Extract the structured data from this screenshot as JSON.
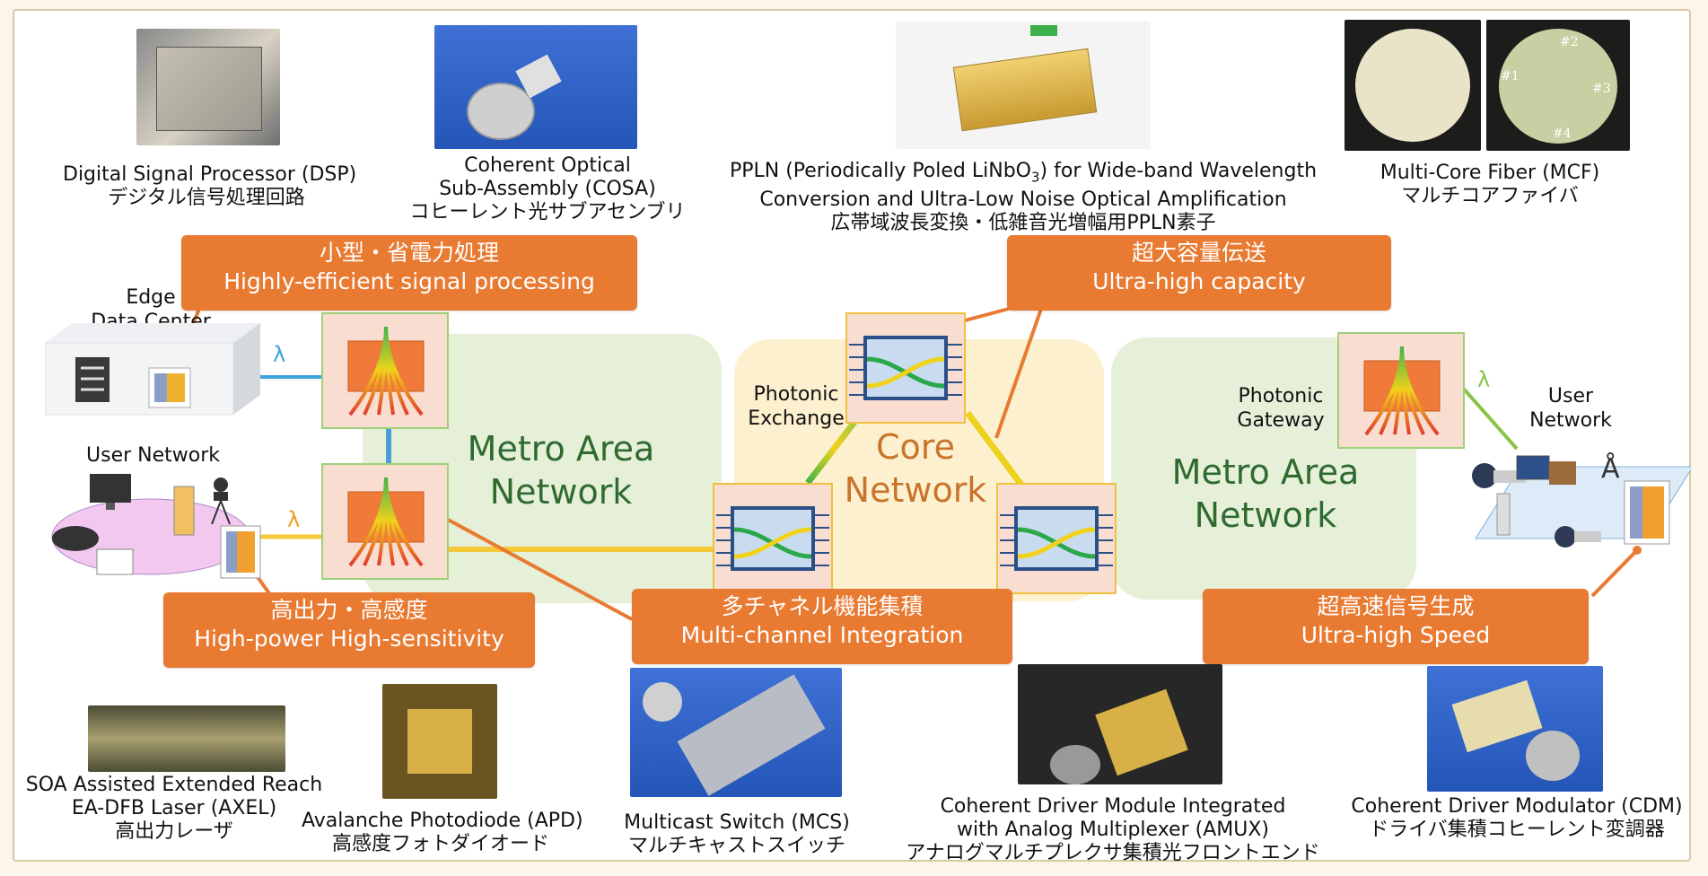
{
  "components": {
    "dsp": {
      "line1": "Digital Signal Processor (DSP)",
      "line2": "デジタル信号処理回路"
    },
    "cosa": {
      "line1": "Coherent Optical",
      "line2": "Sub-Assembly (COSA)",
      "line3": "コヒーレント光サブアセンブリ"
    },
    "ppln": {
      "line1a": "PPLN (Periodically Poled LiNbO",
      "line1sub": "3",
      "line1b": ") for Wide-band Wavelength",
      "line2": "Conversion and Ultra-Low Noise Optical Amplification",
      "line3": "広帯域波長変換・低雑音光増幅用PPLN素子"
    },
    "mcf": {
      "line1": "Multi-Core Fiber (MCF)",
      "line2": "マルチコアファイバ",
      "cores": [
        "#1",
        "#2",
        "#3",
        "#4"
      ]
    },
    "axel": {
      "line1": "SOA Assisted Extended Reach",
      "line2": "EA-DFB Laser (AXEL)",
      "line3": "高出力レーザ"
    },
    "apd": {
      "line1": "Avalanche Photodiode (APD)",
      "line2": "高感度フォトダイオード"
    },
    "mcs": {
      "line1": "Multicast Switch (MCS)",
      "line2": "マルチキャストスイッチ"
    },
    "cdm_amux": {
      "line1": "Coherent Driver Module  Integrated",
      "line2": "with Analog Multiplexer (AMUX)",
      "line3": "アナログマルチプレクサ集積光フロントエンド"
    },
    "cdm": {
      "line1": "Coherent Driver Modulator (CDM)",
      "line2": "ドライバ集積コヒーレント変調器"
    }
  },
  "badges": {
    "signal": {
      "jp": "小型・省電力処理",
      "en": "Highly-efficient signal processing"
    },
    "capacity": {
      "jp": "超大容量伝送",
      "en": "Ultra-high capacity"
    },
    "power": {
      "jp": "高出力・高感度",
      "en": "High-power High-sensitivity"
    },
    "multichannel": {
      "jp": "多チャネル機能集積",
      "en": "Multi-channel Integration"
    },
    "speed": {
      "jp": "超高速信号生成",
      "en": "Ultra-high Speed"
    }
  },
  "network": {
    "edge_dc": {
      "line1": "Edge",
      "line2": "Data Center"
    },
    "user_left": "User Network",
    "user_right": {
      "line1": "User",
      "line2": "Network"
    },
    "lambda": "λ",
    "metro_left": {
      "line1": "Metro Area",
      "line2": "Network"
    },
    "metro_right": {
      "line1": "Metro Area",
      "line2": "Network"
    },
    "core": {
      "line1": "Core",
      "line2": "Network"
    },
    "exchange": {
      "line1": "Photonic",
      "line2": "Exchange"
    },
    "gateway": {
      "line1": "Photonic",
      "line2": "Gateway"
    }
  },
  "colors": {
    "orange": "#e87a32",
    "metro_green": "#e6f0d8",
    "core_yellow": "#fdf0cf",
    "metro_text": "#2f6b30",
    "core_text": "#c8742a"
  }
}
